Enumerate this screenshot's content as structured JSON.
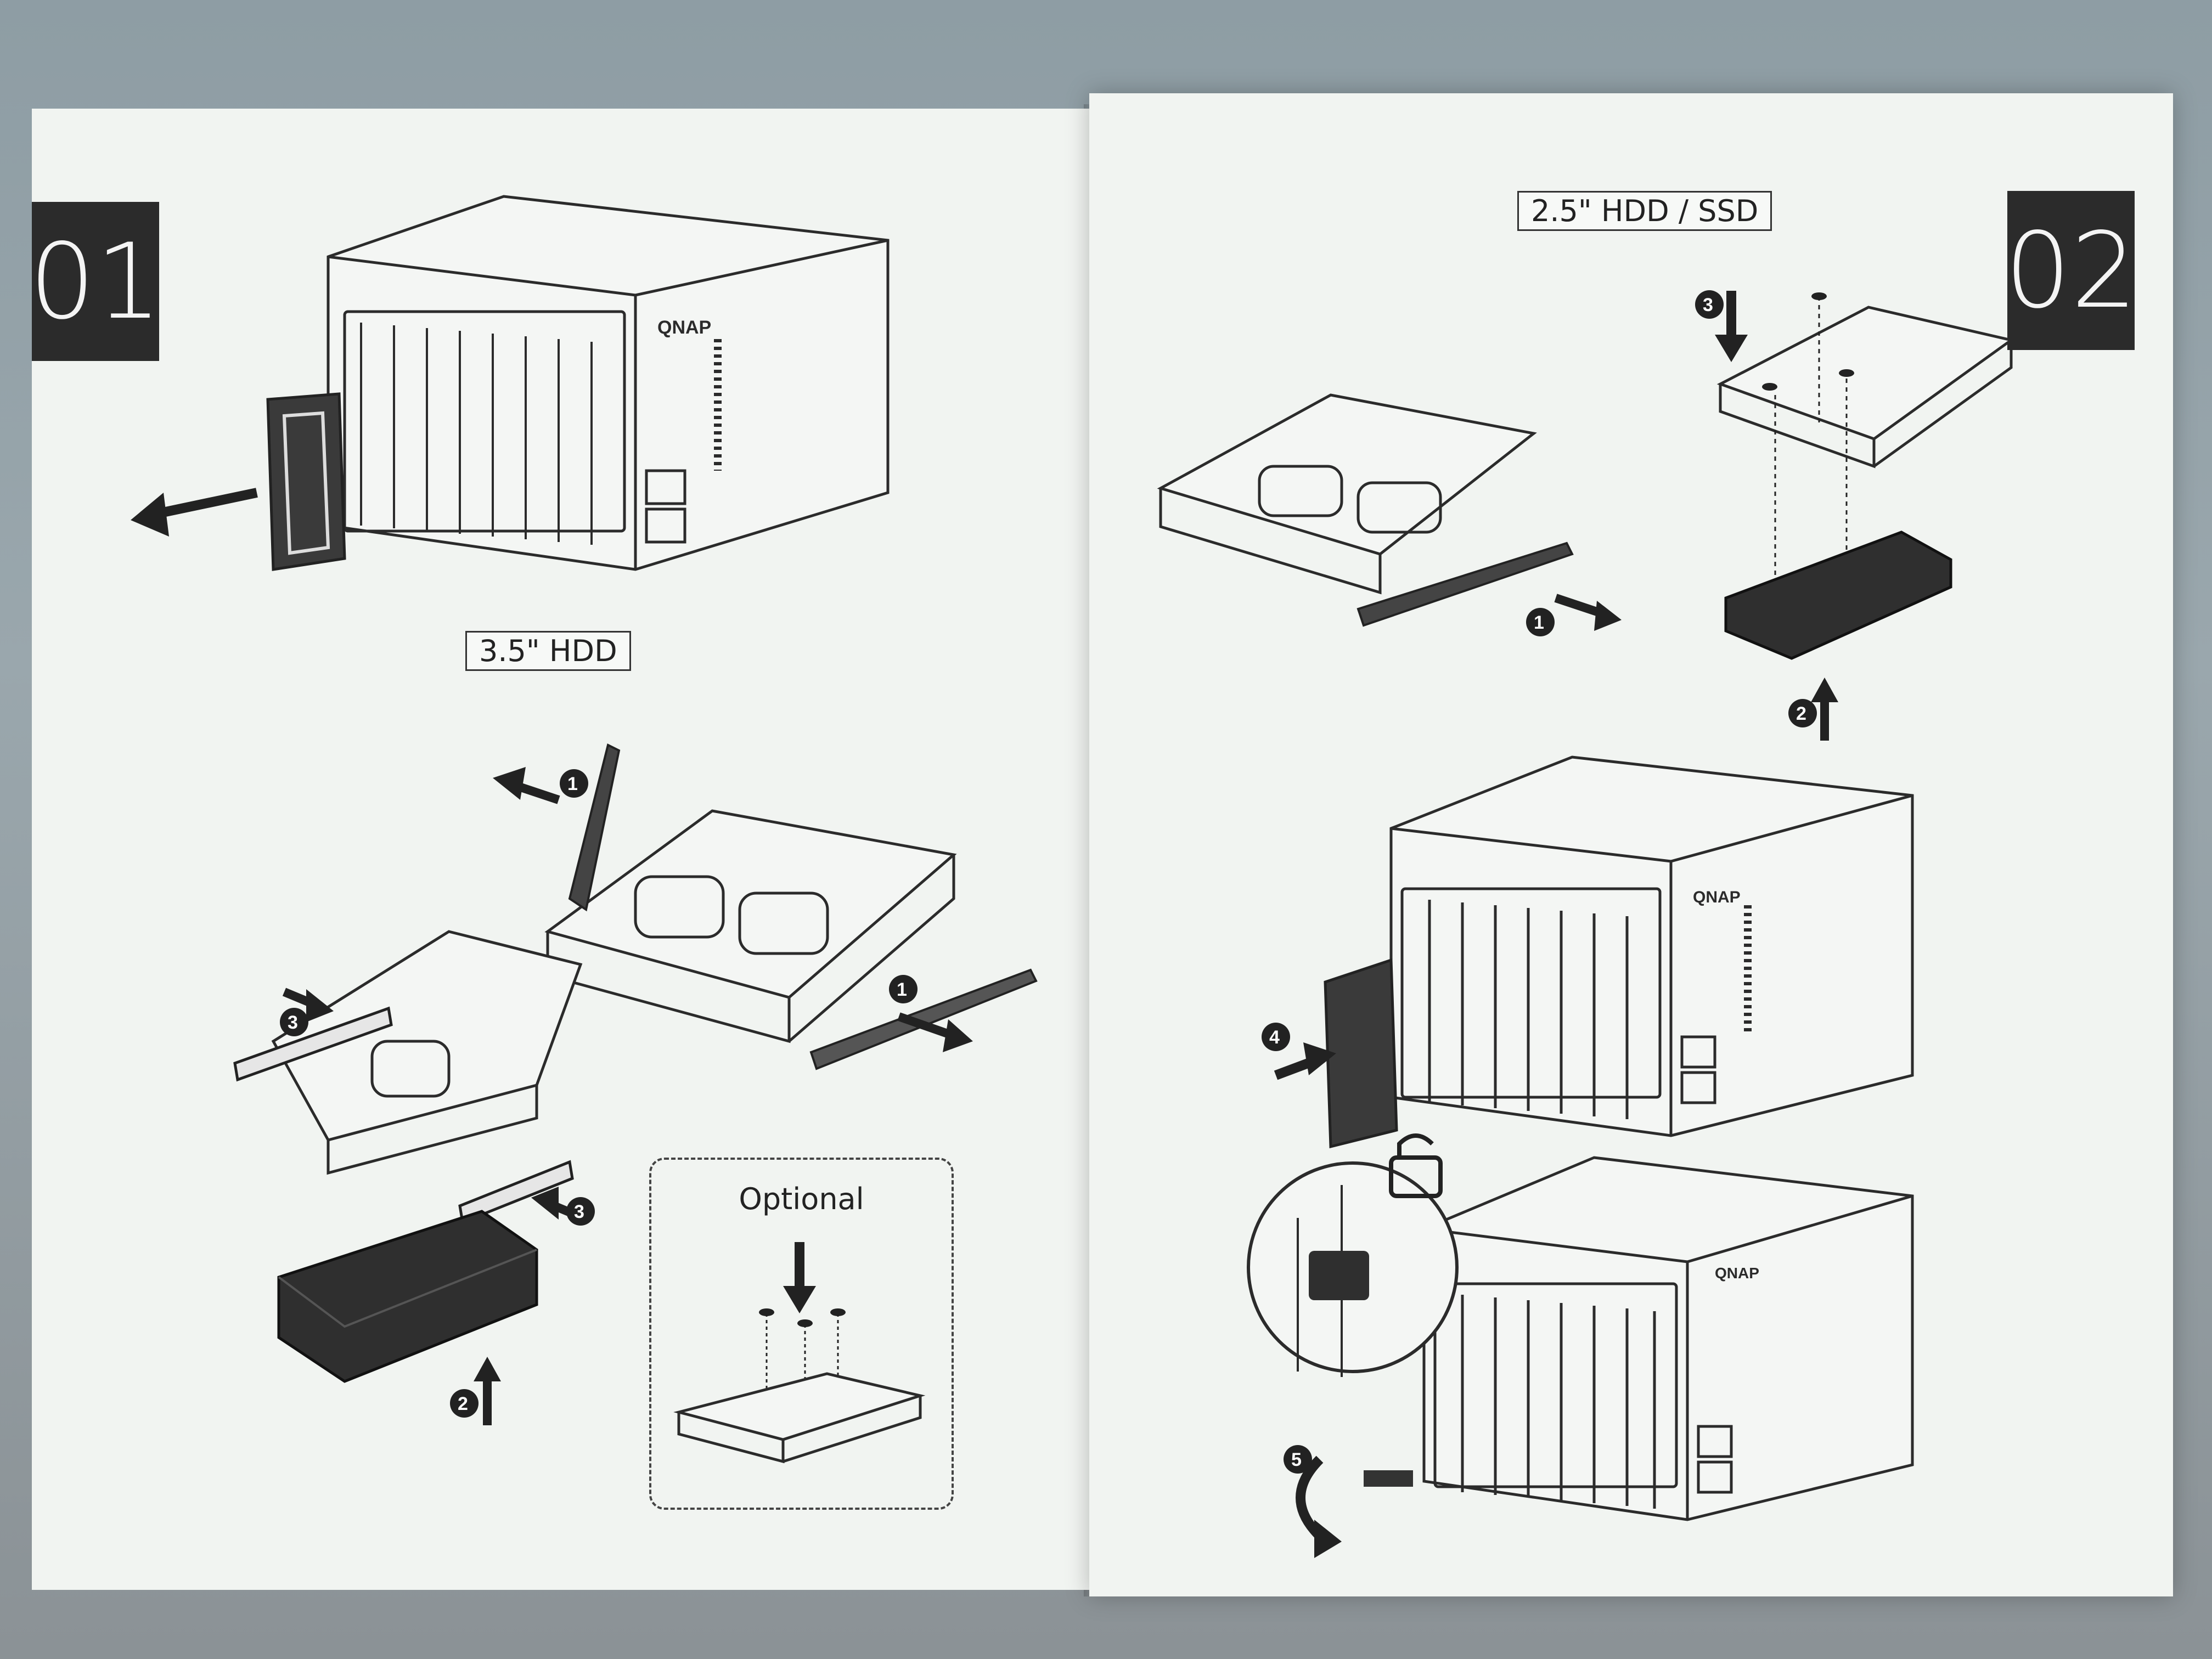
{
  "pages": {
    "left": {
      "badge": "01",
      "hdd_label": "3.5\" HDD",
      "optional_label": "Optional",
      "steps": [
        "1",
        "1",
        "3",
        "3",
        "2"
      ]
    },
    "right": {
      "badge": "02",
      "ssd_label": "2.5\" HDD / SSD",
      "steps": [
        "1",
        "2",
        "3",
        "4",
        "5"
      ]
    }
  },
  "device": {
    "brand": "QNAP"
  },
  "colors": {
    "paper": "#f1f4f1",
    "ink": "#2b2b2b",
    "background": "#8e9da4"
  },
  "icons": [
    "unlock-icon",
    "arrow-icon",
    "screw-icon",
    "rotate-icon"
  ]
}
